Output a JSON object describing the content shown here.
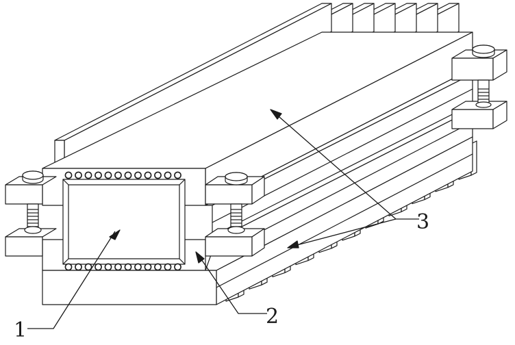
{
  "figure": {
    "callouts": [
      {
        "id": "1",
        "label": "1"
      },
      {
        "id": "2",
        "label": "2"
      },
      {
        "id": "3",
        "label": "3"
      }
    ],
    "line_color": "#1a1a1a",
    "fill_color": "#ffffff"
  }
}
